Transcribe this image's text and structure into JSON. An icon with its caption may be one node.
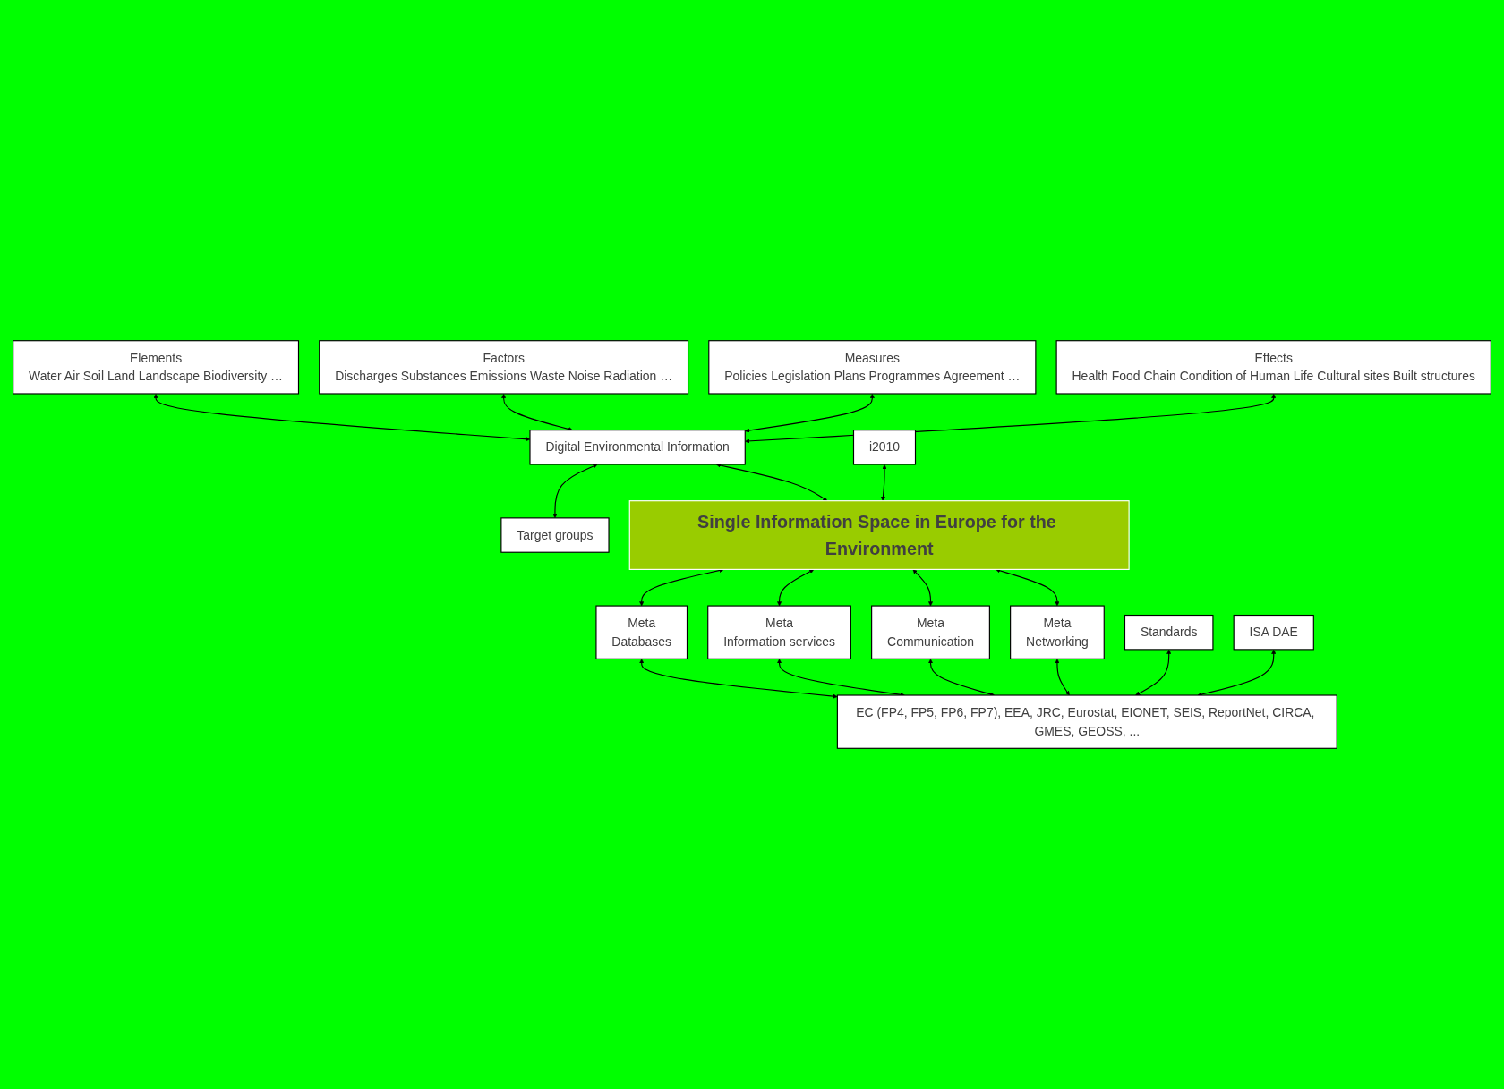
{
  "diagram": {
    "nodes": [
      {
        "text": [
          "Elements",
          "Water Air Soil Land Landscape Biodiversity …"
        ]
      },
      {
        "text": [
          "Factors",
          "Discharges Substances Emissions Waste Noise Radiation …"
        ]
      },
      {
        "text": [
          "Measures",
          "Policies Legislation Plans Programmes Agreement …"
        ]
      },
      {
        "text": [
          "Effects",
          "Health Food Chain Condition of Human Life Cultural sites Built structures"
        ]
      },
      {
        "text": [
          "Digital Environmental Information"
        ]
      },
      {
        "text": [
          "Target groups"
        ]
      },
      {
        "text": [
          "i2010"
        ]
      },
      {
        "text": [
          "Single Information Space in Europe for the Environment"
        ]
      },
      {
        "text": [
          "Meta",
          "Databases"
        ]
      },
      {
        "text": [
          "Meta",
          "Information services"
        ]
      },
      {
        "text": [
          "Meta",
          "Communication"
        ]
      },
      {
        "text": [
          "Meta",
          "Networking"
        ]
      },
      {
        "text": [
          "Standards"
        ]
      },
      {
        "text": [
          "ISA DAE"
        ]
      },
      {
        "text": [
          "EC (FP4, FP5, FP6, FP7), EEA, JRC, Eurostat, EIONET, SEIS, ReportNet, CIRCA, GMES, GEOSS, ..."
        ]
      }
    ],
    "edges": [
      {
        "from": 0,
        "to": 4,
        "arrow": "both"
      },
      {
        "from": 1,
        "to": 4,
        "arrow": "both"
      },
      {
        "from": 2,
        "to": 4,
        "arrow": "both"
      },
      {
        "from": 3,
        "to": 4,
        "arrow": "both"
      },
      {
        "from": 4,
        "to": 5,
        "arrow": "both"
      },
      {
        "from": 4,
        "to": 7,
        "arrow": "both"
      },
      {
        "from": 6,
        "to": 7,
        "arrow": "both"
      },
      {
        "from": 7,
        "to": 8,
        "arrow": "both"
      },
      {
        "from": 7,
        "to": 9,
        "arrow": "both"
      },
      {
        "from": 7,
        "to": 10,
        "arrow": "both"
      },
      {
        "from": 7,
        "to": 11,
        "arrow": "both"
      },
      {
        "from": 8,
        "to": 14,
        "arrow": "both"
      },
      {
        "from": 9,
        "to": 14,
        "arrow": "both"
      },
      {
        "from": 10,
        "to": 14,
        "arrow": "both"
      },
      {
        "from": 11,
        "to": 14,
        "arrow": "both"
      },
      {
        "from": 12,
        "to": 14,
        "arrow": "both"
      },
      {
        "from": 13,
        "to": 14,
        "arrow": "both"
      }
    ]
  }
}
